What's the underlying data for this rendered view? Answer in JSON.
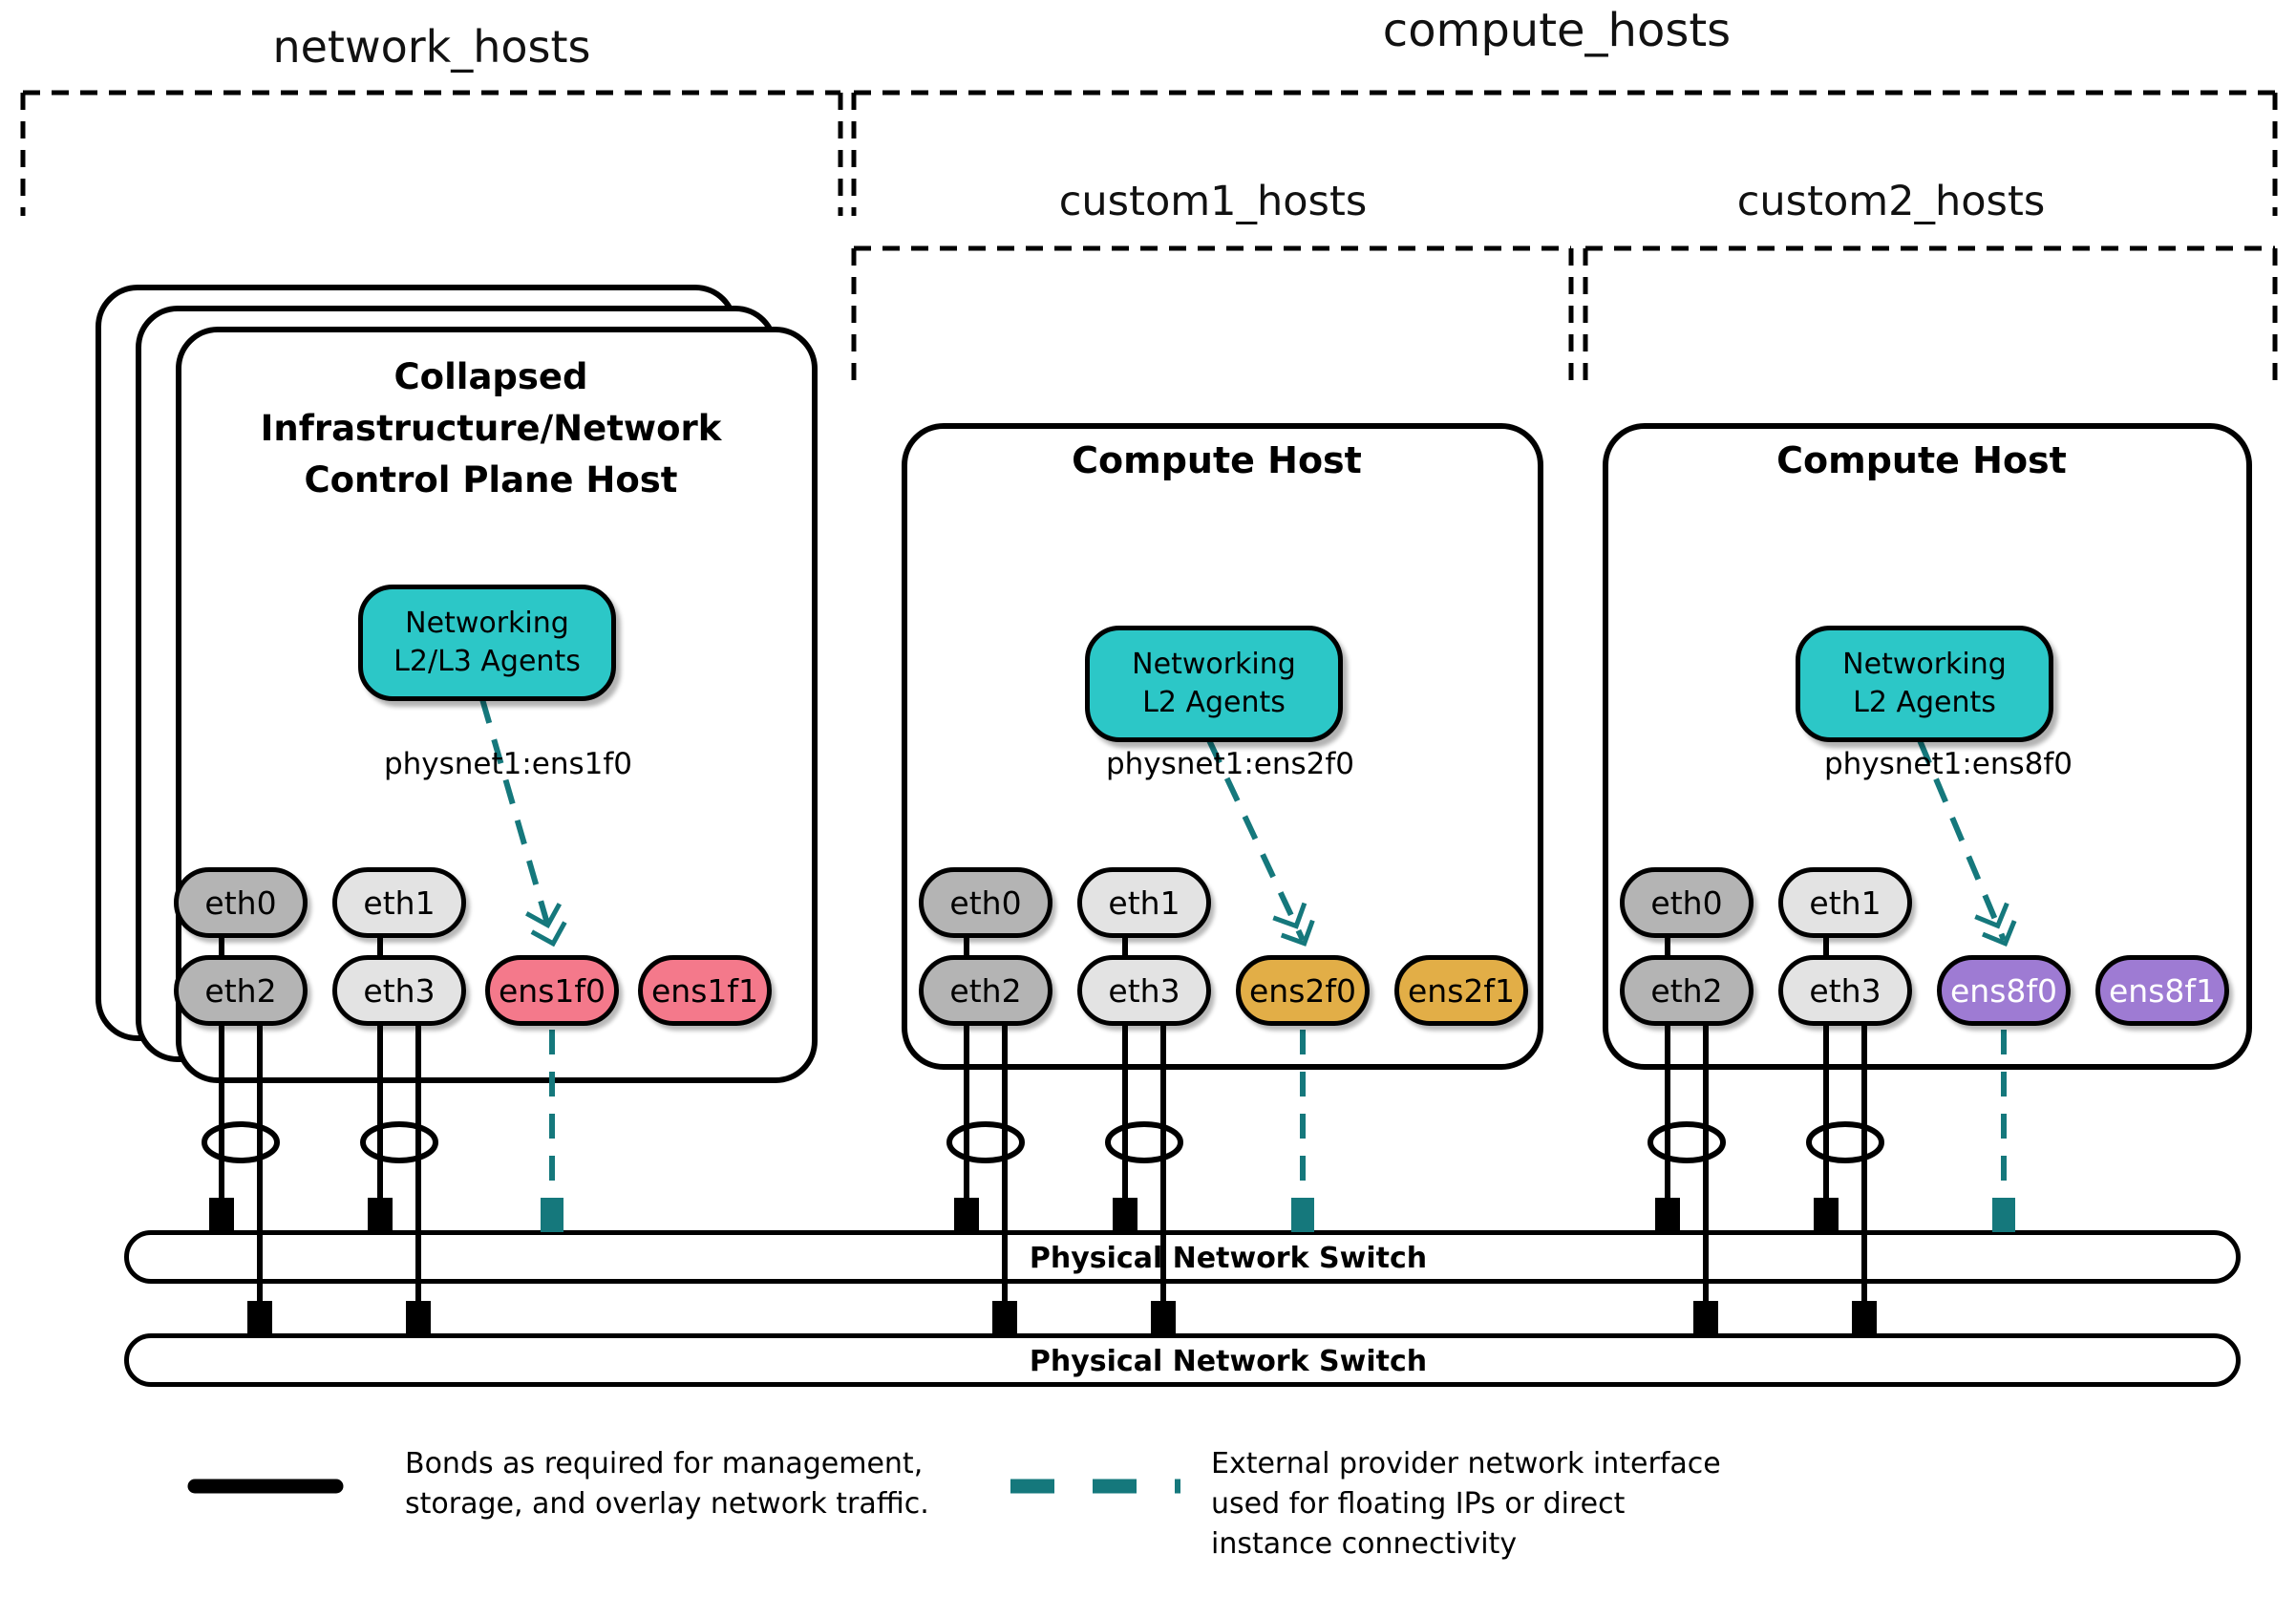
{
  "colors": {
    "teal_fill": "#2cc7c7",
    "teal_dark": "#15787c",
    "pink": "#f4798b",
    "gold": "#e2ae47",
    "purple": "#9e7bd3",
    "gray_dark": "#b4b4b4",
    "gray_light": "#e3e3e3",
    "line_black": "#000000",
    "provider_text_purple": "#ffffff"
  },
  "groups": {
    "network_hosts": "network_hosts",
    "compute_hosts": "compute_hosts",
    "custom1_hosts": "custom1_hosts",
    "custom2_hosts": "custom2_hosts"
  },
  "hosts": [
    {
      "title_lines": [
        "Collapsed",
        "Infrastructure/Network",
        "Control Plane Host"
      ],
      "agent_lines": [
        "Networking",
        "L2/L3 Agents"
      ],
      "physnet_label": "physnet1:ens1f0",
      "nics": [
        "eth0",
        "eth1",
        "eth2",
        "eth3"
      ],
      "provider_nics": [
        "ens1f0",
        "ens1f1"
      ]
    },
    {
      "title_lines": [
        "Compute Host"
      ],
      "agent_lines": [
        "Networking",
        "L2 Agents"
      ],
      "physnet_label": "physnet1:ens2f0",
      "nics": [
        "eth0",
        "eth1",
        "eth2",
        "eth3"
      ],
      "provider_nics": [
        "ens2f0",
        "ens2f1"
      ]
    },
    {
      "title_lines": [
        "Compute Host"
      ],
      "agent_lines": [
        "Networking",
        "L2 Agents"
      ],
      "physnet_label": "physnet1:ens8f0",
      "nics": [
        "eth0",
        "eth1",
        "eth2",
        "eth3"
      ],
      "provider_nics": [
        "ens8f0",
        "ens8f1"
      ]
    }
  ],
  "switches": [
    {
      "label": "Physical Network Switch"
    },
    {
      "label": "Physical Network Switch"
    }
  ],
  "legend": {
    "bond": {
      "lines": [
        "Bonds as required for management,",
        "storage, and overlay network traffic."
      ]
    },
    "external": {
      "lines": [
        "External provider network interface",
        "used for floating IPs or direct",
        "instance connectivity"
      ]
    }
  }
}
